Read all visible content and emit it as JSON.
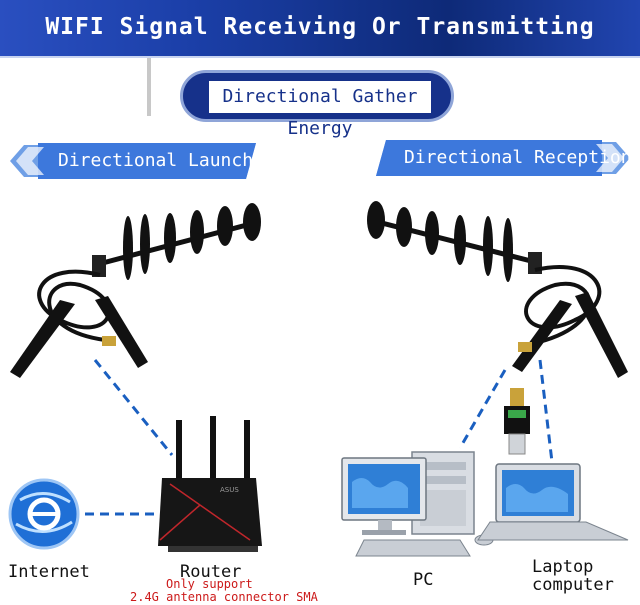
{
  "header": {
    "title": "WIFI Signal Receiving Or Transmitting"
  },
  "badges": {
    "center": "Directional Gather Energy",
    "left": "Directional Launch",
    "right": "Directional Reception"
  },
  "devices": {
    "internet": "Internet",
    "router": "Router",
    "pc": "PC",
    "laptop_line1": "Laptop",
    "laptop_line2": "computer"
  },
  "router_note": {
    "line1": "Only support",
    "line2": "2.4G antenna connector SMA"
  },
  "router_brand": "ASUS",
  "colors": {
    "banner": "#1b3fa8",
    "badge": "#16318a",
    "dashed_link": "#1a5fc0",
    "note": "#cc1a1a"
  },
  "icons": [
    "yagi-antenna-icon",
    "router-icon",
    "internet-globe-icon",
    "pc-tower-icon",
    "monitor-icon",
    "laptop-icon",
    "usb-wifi-adapter-icon"
  ]
}
